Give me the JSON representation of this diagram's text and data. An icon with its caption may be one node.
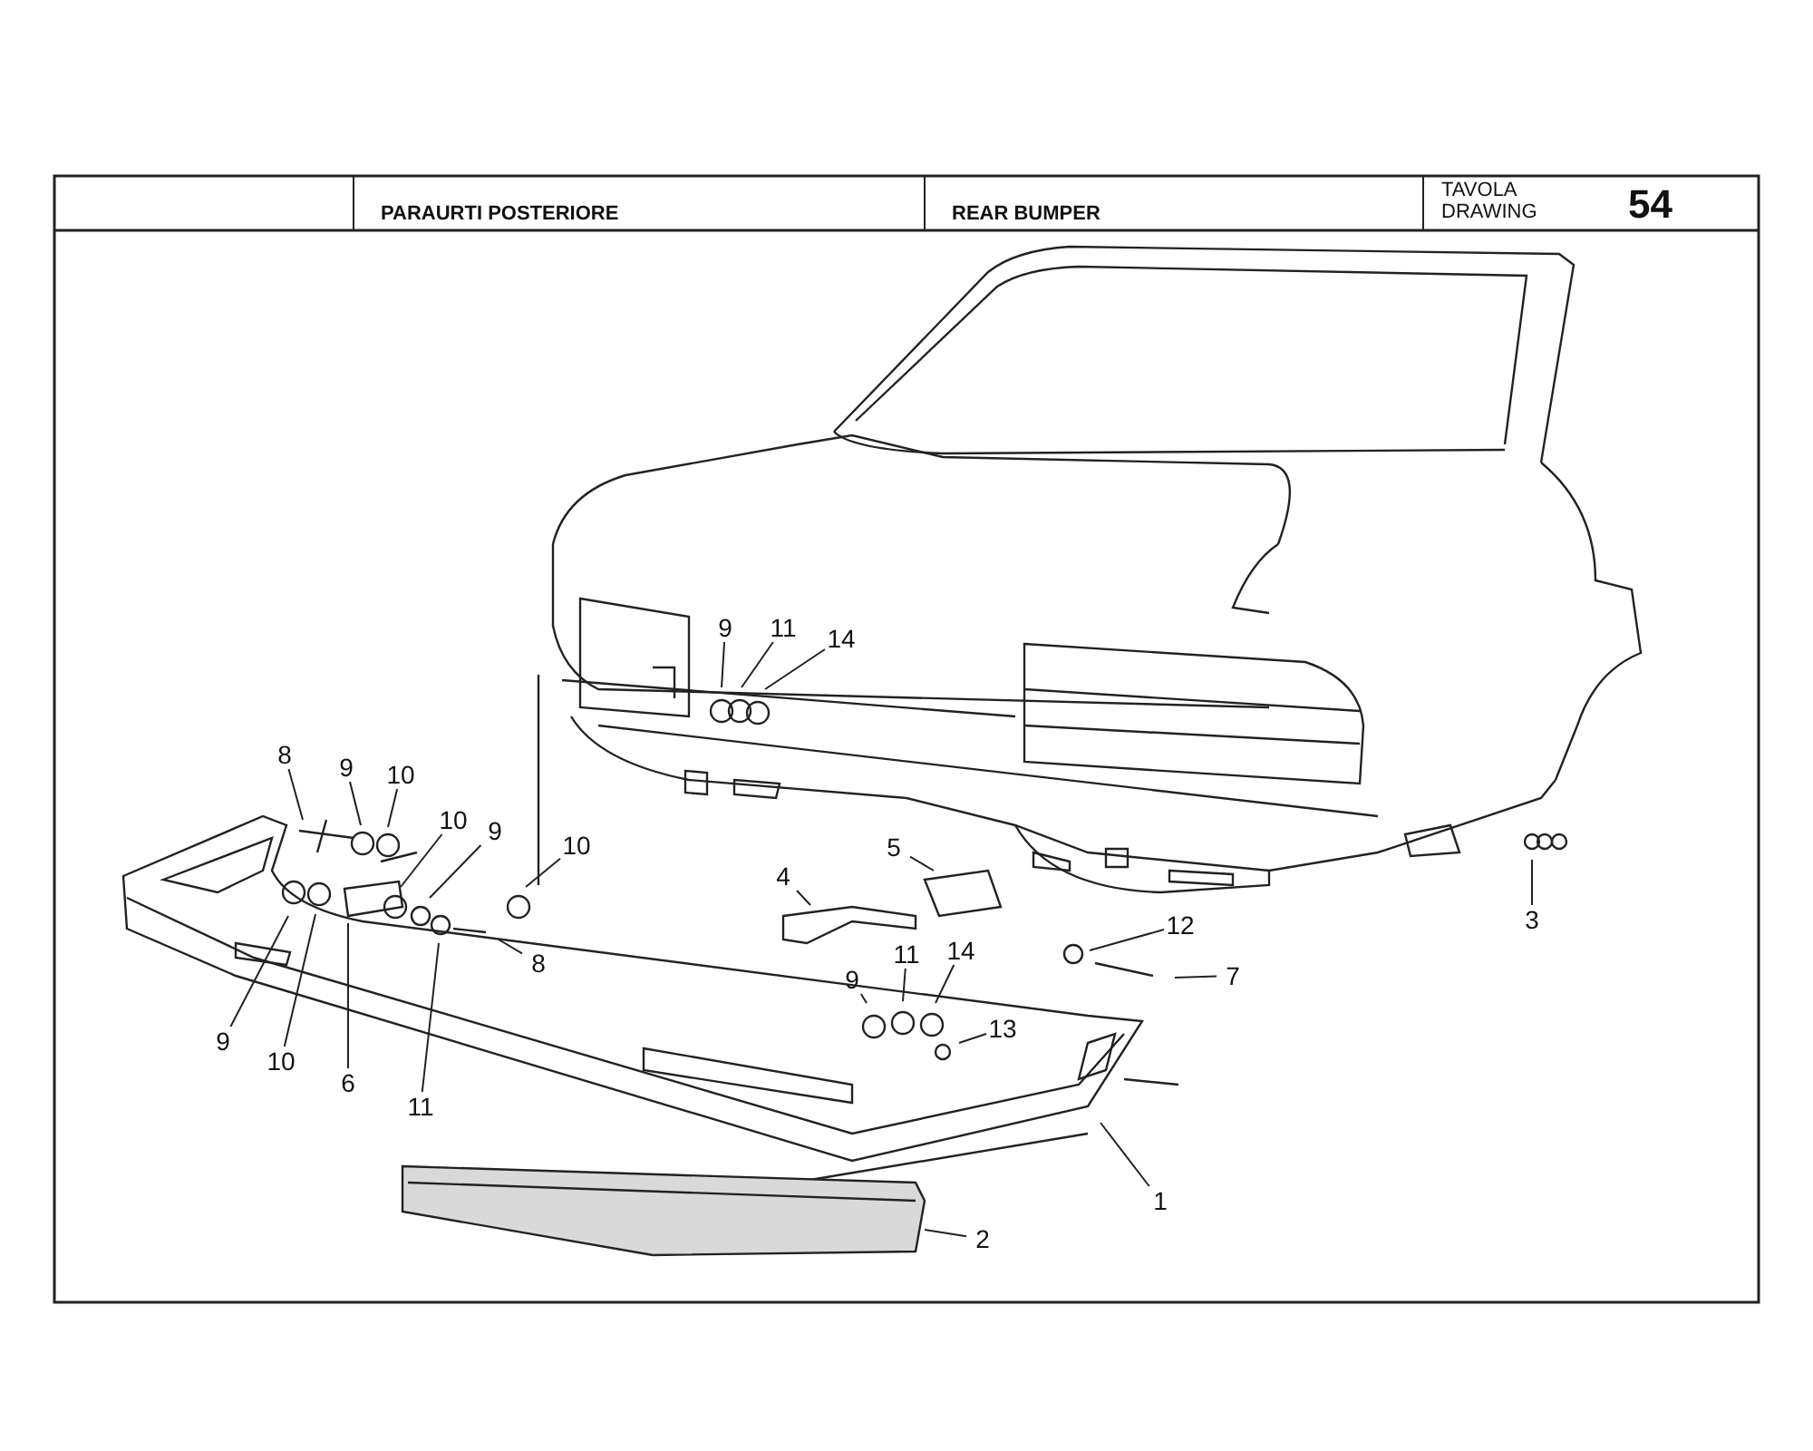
{
  "diagram": {
    "nodes": [
      {
        "text": [
          "9"
        ]
      },
      {
        "text": [
          "11"
        ]
      },
      {
        "text": [
          "14"
        ]
      },
      {
        "text": [
          "8"
        ]
      },
      {
        "text": [
          "9"
        ]
      },
      {
        "text": [
          "10"
        ]
      },
      {
        "text": [
          "10"
        ]
      },
      {
        "text": [
          "9"
        ]
      },
      {
        "text": [
          "10"
        ]
      },
      {
        "text": [
          "8"
        ]
      },
      {
        "text": [
          "9"
        ]
      },
      {
        "text": [
          "10"
        ]
      },
      {
        "text": [
          "6"
        ]
      },
      {
        "text": [
          "11"
        ]
      },
      {
        "text": [
          "4"
        ]
      },
      {
        "text": [
          "5"
        ]
      },
      {
        "text": [
          "12"
        ]
      },
      {
        "text": [
          "7"
        ]
      },
      {
        "text": [
          "9"
        ]
      },
      {
        "text": [
          "11"
        ]
      },
      {
        "text": [
          "14"
        ]
      },
      {
        "text": [
          "13"
        ]
      },
      {
        "text": [
          "3"
        ]
      },
      {
        "text": [
          "1"
        ]
      },
      {
        "text": [
          "2"
        ]
      }
    ],
    "edges": [
      {
        "from": 0,
        "to": null,
        "arrow": "none"
      },
      {
        "from": 1,
        "to": null,
        "arrow": "none"
      },
      {
        "from": 2,
        "to": null,
        "arrow": "none"
      },
      {
        "from": 3,
        "to": null,
        "arrow": "none"
      },
      {
        "from": 4,
        "to": null,
        "arrow": "none"
      },
      {
        "from": 5,
        "to": null,
        "arrow": "none"
      },
      {
        "from": 6,
        "to": null,
        "arrow": "none"
      },
      {
        "from": 7,
        "to": null,
        "arrow": "none"
      },
      {
        "from": 8,
        "to": null,
        "arrow": "none"
      },
      {
        "from": 9,
        "to": null,
        "arrow": "none"
      },
      {
        "from": 10,
        "to": null,
        "arrow": "none"
      },
      {
        "from": 11,
        "to": null,
        "arrow": "none"
      },
      {
        "from": 12,
        "to": null,
        "arrow": "none"
      },
      {
        "from": 13,
        "to": null,
        "arrow": "none"
      },
      {
        "from": 14,
        "to": null,
        "arrow": "none"
      },
      {
        "from": 15,
        "to": null,
        "arrow": "none"
      },
      {
        "from": 16,
        "to": null,
        "arrow": "none"
      },
      {
        "from": 17,
        "to": null,
        "arrow": "none"
      },
      {
        "from": 18,
        "to": null,
        "arrow": "none"
      },
      {
        "from": 19,
        "to": null,
        "arrow": "none"
      },
      {
        "from": 20,
        "to": null,
        "arrow": "none"
      },
      {
        "from": 21,
        "to": null,
        "arrow": "none"
      },
      {
        "from": 22,
        "to": null,
        "arrow": "none"
      },
      {
        "from": 23,
        "to": null,
        "arrow": "none"
      },
      {
        "from": 24,
        "to": null,
        "arrow": "none"
      }
    ],
    "labels": [
      "PARAURTI POSTERIORE",
      "REAR BUMPER",
      "TAVOLA",
      "DRAWING",
      "54"
    ]
  }
}
